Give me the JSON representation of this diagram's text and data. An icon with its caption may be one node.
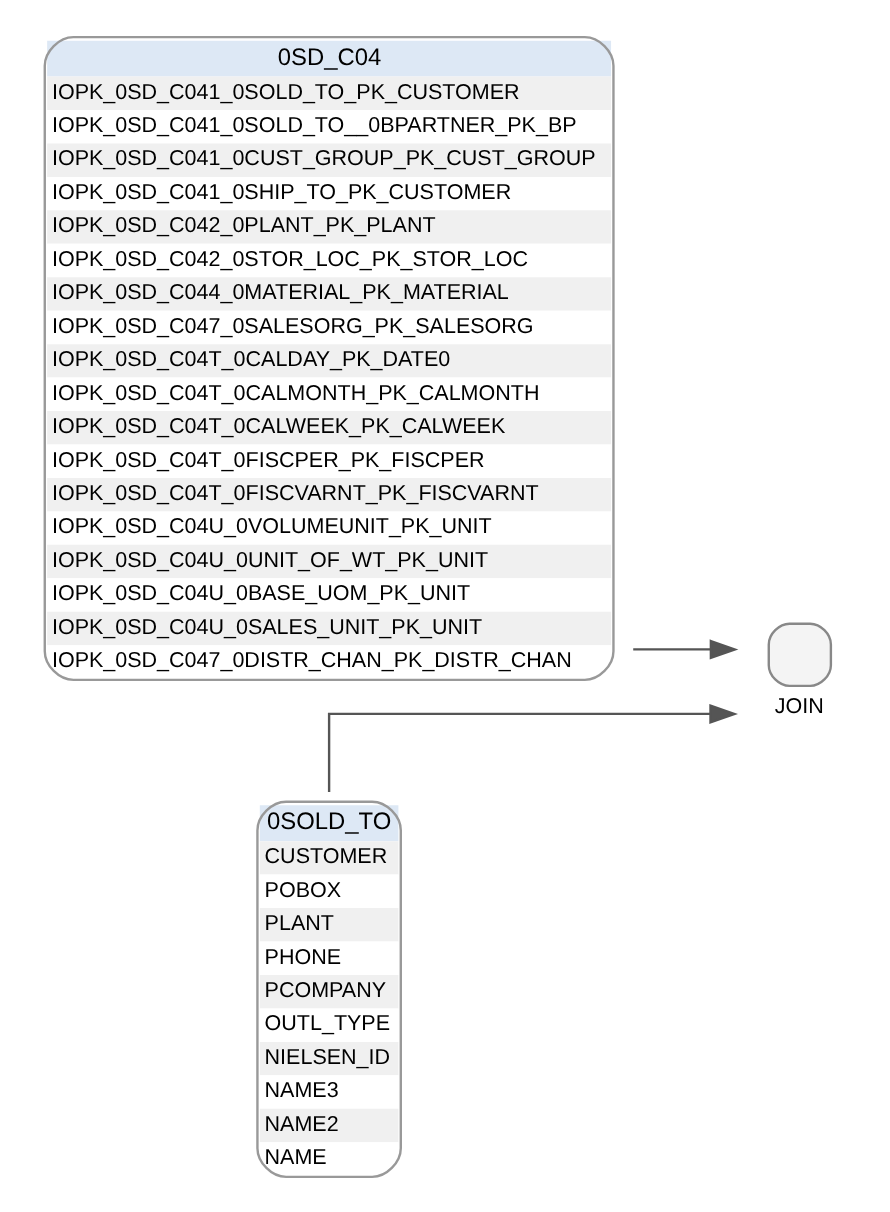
{
  "diagram": {
    "nodes": [
      {
        "text": [
          "0SD_C04",
          "IOPK_0SD_C041_0SOLD_TO_PK_CUSTOMER",
          "IOPK_0SD_C041_0SOLD_TO__0BPARTNER_PK_BP",
          "IOPK_0SD_C041_0CUST_GROUP_PK_CUST_GROUP",
          "IOPK_0SD_C041_0SHIP_TO_PK_CUSTOMER",
          "IOPK_0SD_C042_0PLANT_PK_PLANT",
          "IOPK_0SD_C042_0STOR_LOC_PK_STOR_LOC",
          "IOPK_0SD_C044_0MATERIAL_PK_MATERIAL",
          "IOPK_0SD_C047_0SALESORG_PK_SALESORG",
          "IOPK_0SD_C04T_0CALDAY_PK_DATE0",
          "IOPK_0SD_C04T_0CALMONTH_PK_CALMONTH",
          "IOPK_0SD_C04T_0CALWEEK_PK_CALWEEK",
          "IOPK_0SD_C04T_0FISCPER_PK_FISCPER",
          "IOPK_0SD_C04T_0FISCVARNT_PK_FISCVARNT",
          "IOPK_0SD_C04U_0VOLUMEUNIT_PK_UNIT",
          "IOPK_0SD_C04U_0UNIT_OF_WT_PK_UNIT",
          "IOPK_0SD_C04U_0BASE_UOM_PK_UNIT",
          "IOPK_0SD_C04U_0SALES_UNIT_PK_UNIT",
          "IOPK_0SD_C047_0DISTR_CHAN_PK_DISTR_CHAN"
        ]
      },
      {
        "text": [
          "0SOLD_TO",
          "CUSTOMER",
          "POBOX",
          "PLANT",
          "PHONE",
          "PCOMPANY",
          "OUTL_TYPE",
          "NIELSEN_ID",
          "NAME3",
          "NAME2",
          "NAME"
        ]
      },
      {
        "text": [
          "JOIN"
        ]
      }
    ],
    "edges": [
      {
        "from": 0,
        "to": 2,
        "arrow": "to"
      },
      {
        "from": 1,
        "to": 2,
        "arrow": "to"
      }
    ]
  }
}
